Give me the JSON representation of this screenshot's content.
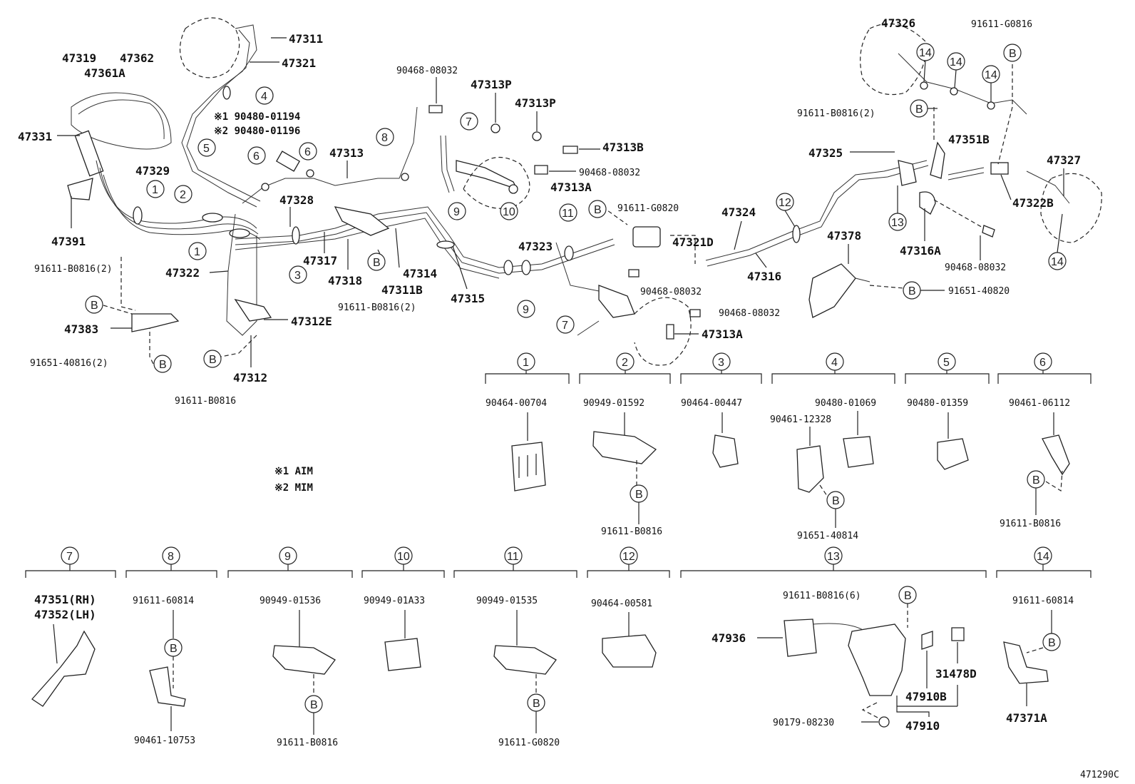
{
  "labels": {
    "p47311": "47311",
    "p47321": "47321",
    "p47319": "47319",
    "p47362": "47362",
    "p47361A": "47361A",
    "p47331": "47331",
    "p47329": "47329",
    "p47391": "47391",
    "note1_code": "90480-01194",
    "note2_code": "90480-01196",
    "p47313": "47313",
    "p47328": "47328",
    "p47322": "47322",
    "p47317": "47317",
    "p47318": "47318",
    "p47314": "47314",
    "p47311B": "47311B",
    "p47315": "47315",
    "p47312E": "47312E",
    "p47312": "47312",
    "p47383": "47383",
    "c90468a": "90468-08032",
    "p47313P_1": "47313P",
    "p47313P_2": "47313P",
    "p47313B": "47313B",
    "c90468b": "90468-08032",
    "p47313A_1": "47313A",
    "p47323": "47323",
    "c91611G0820": "91611-G0820",
    "p47324": "47324",
    "p47321D": "47321D",
    "p47316": "47316",
    "c90468c": "90468-08032",
    "c90468d": "90468-08032",
    "p47313A_2": "47313A",
    "c91611B0816_2a": "91611-B0816(2)",
    "c91651_40816": "91651-40816(2)",
    "c91611B0816_a": "91611-B0816",
    "c91611B0816_2b": "91611-B0816(2)",
    "p47326": "47326",
    "c91611G0816": "91611-G0816",
    "c91611B0816_2c": "91611-B0816(2)",
    "p47325": "47325",
    "p47351B": "47351B",
    "p47327": "47327",
    "p47322B": "47322B",
    "p47316A": "47316A",
    "p47378": "47378",
    "c90468e": "90468-08032",
    "c91651_40820": "91651-40820"
  },
  "notes": {
    "n1": "※1 90480-01194",
    "n2": "※2 90480-01196",
    "aim": "※1 AIM",
    "mim": "※2 MIM"
  },
  "legend": {
    "g1": {
      "num": "1",
      "codes": [
        "90464-00704"
      ]
    },
    "g2": {
      "num": "2",
      "codes": [
        "90949-01592",
        "91611-B0816"
      ]
    },
    "g3": {
      "num": "3",
      "codes": [
        "90464-00447"
      ]
    },
    "g4": {
      "num": "4",
      "codes": [
        "90480-01069",
        "90461-12328",
        "91651-40814"
      ]
    },
    "g5": {
      "num": "5",
      "codes": [
        "90480-01359"
      ]
    },
    "g6": {
      "num": "6",
      "codes": [
        "90461-06112",
        "91611-B0816"
      ]
    },
    "g7": {
      "num": "7",
      "codes": [
        "47351(RH)",
        "47352(LH)"
      ]
    },
    "g8": {
      "num": "8",
      "codes": [
        "91611-60814",
        "90461-10753"
      ]
    },
    "g9": {
      "num": "9",
      "codes": [
        "90949-01536",
        "91611-B0816"
      ]
    },
    "g10": {
      "num": "10",
      "codes": [
        "90949-01A33"
      ]
    },
    "g11": {
      "num": "11",
      "codes": [
        "90949-01535",
        "91611-G0820"
      ]
    },
    "g12": {
      "num": "12",
      "codes": [
        "90464-00581"
      ]
    },
    "g13": {
      "num": "13",
      "codes": [
        "91611-B0816(6)",
        "47936",
        "47910B",
        "31478D",
        "90179-08230",
        "47910"
      ]
    },
    "g14": {
      "num": "14",
      "codes": [
        "91611-60814",
        "47371A"
      ]
    }
  },
  "bolt_marker": "B",
  "footer_code": "471290C"
}
